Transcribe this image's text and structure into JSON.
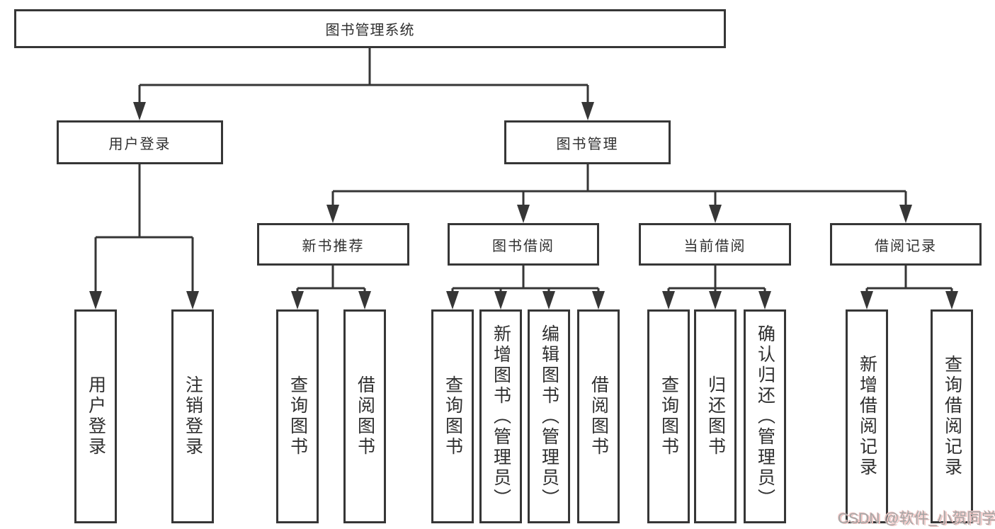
{
  "nodes": {
    "root": {
      "label": "图书管理系统"
    },
    "user_login": {
      "label": "用户登录"
    },
    "book_mgmt": {
      "label": "图书管理"
    },
    "new_book": {
      "label": "新书推荐"
    },
    "book_borrow": {
      "label": "图书借阅"
    },
    "current_borrow": {
      "label": "当前借阅"
    },
    "borrow_records": {
      "label": "借阅记录"
    },
    "leaf_user_login": {
      "label": "用户登录"
    },
    "leaf_logout": {
      "label": "注销登录"
    },
    "leaf_nb_query_books": {
      "label": "查询图书"
    },
    "leaf_nb_borrow_books": {
      "label": "借阅图书"
    },
    "leaf_bb_query_books": {
      "label": "查询图书"
    },
    "leaf_bb_add_books": {
      "label": "新增图书（管理员）"
    },
    "leaf_bb_edit_books": {
      "label": "编辑图书（管理员）"
    },
    "leaf_bb_borrow_books": {
      "label": "借阅图书"
    },
    "leaf_cb_query_books": {
      "label": "查询图书"
    },
    "leaf_cb_return_books": {
      "label": "归还图书"
    },
    "leaf_cb_confirm_return": {
      "label": "确认归还（管理员）"
    },
    "leaf_br_add_record": {
      "label": "新增借阅记录"
    },
    "leaf_br_query_record": {
      "label": "查询借阅记录"
    }
  },
  "watermark": {
    "text": "CSDN @软件_小贺同学"
  },
  "colors": {
    "line": "#363636",
    "text": "#2f2f2f",
    "watermark": "#a6a6a6",
    "wmshadow": "#efc6c4"
  }
}
